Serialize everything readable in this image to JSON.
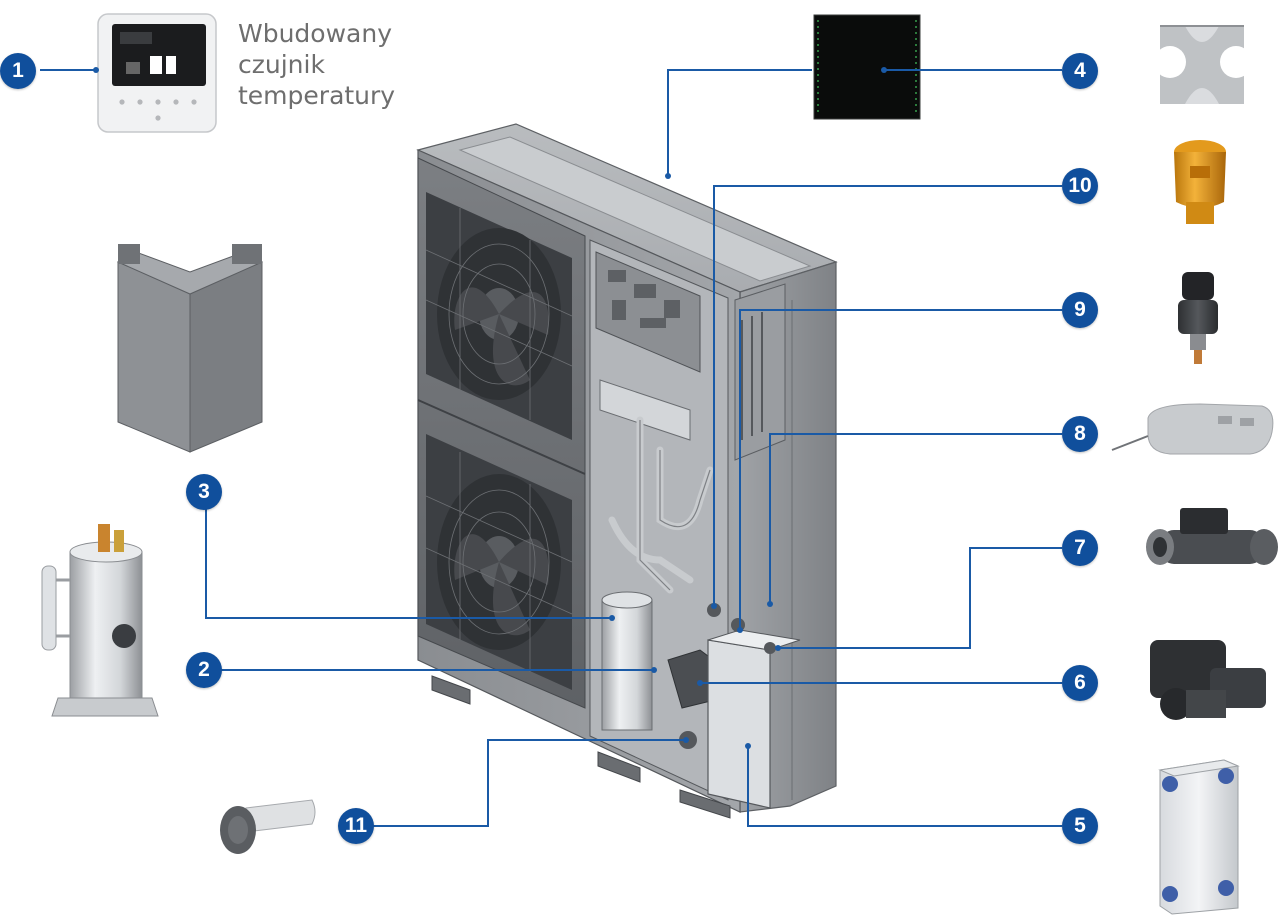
{
  "caption": {
    "line1": "Wbudowany",
    "line2": "czujnik",
    "line3": "temperatury"
  },
  "callouts": [
    {
      "number": "1"
    },
    {
      "number": "2"
    },
    {
      "number": "3"
    },
    {
      "number": "4"
    },
    {
      "number": "5"
    },
    {
      "number": "6"
    },
    {
      "number": "7"
    },
    {
      "number": "8"
    },
    {
      "number": "9"
    },
    {
      "number": "10"
    },
    {
      "number": "11"
    }
  ],
  "colors": {
    "badge": "#104f9c",
    "leader_line": "#1a5aa6",
    "caption_text": "#6e6e6e"
  }
}
